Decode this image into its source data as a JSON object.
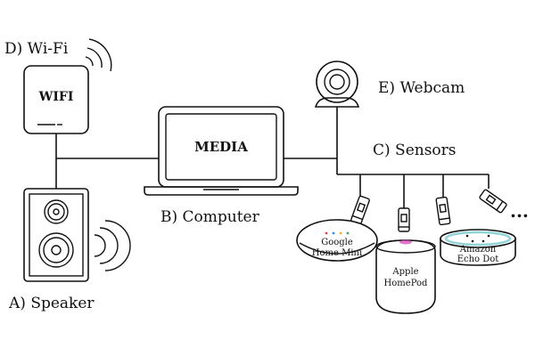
{
  "diagram": {
    "labels": {
      "wifi": "D) Wi-Fi",
      "webcam": "E) Webcam",
      "sensors": "C) Sensors",
      "computer": "B) Computer",
      "speaker": "A) Speaker"
    },
    "wifi_box_text": "WIFI",
    "screen_text": "MEDIA",
    "devices": {
      "google": [
        "Google",
        "Home Mini"
      ],
      "apple": [
        "Apple",
        "HomePod"
      ],
      "amazon": [
        "Amazon",
        "Echo Dot"
      ]
    },
    "ellipsis": "...",
    "colors": {
      "ink": "#111111",
      "echo_ring": "#8fd3d6",
      "homepod_glow": "#d24ab4",
      "mini_dots": "#e04a4a"
    },
    "icons": [
      "wifi-router-icon",
      "wifi-waves-icon",
      "speaker-icon",
      "sound-waves-icon",
      "laptop-icon",
      "webcam-icon",
      "sensor-icon"
    ]
  }
}
